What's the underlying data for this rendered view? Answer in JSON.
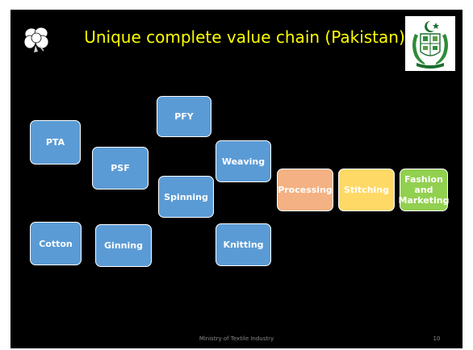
{
  "slide": {
    "title": "Unique complete value chain (Pakistan)",
    "footer": "Ministry of Textile Industry",
    "page_number": "10"
  },
  "chain": {
    "pta": "PTA",
    "psf": "PSF",
    "pfy": "PFY",
    "spinning": "Spinning",
    "weaving": "Weaving",
    "knitting": "Knitting",
    "cotton": "Cotton",
    "ginning": "Ginning",
    "processing": "Processing",
    "stitching": "Stitching",
    "fashion_marketing": "Fashion and Marketing"
  },
  "colors": {
    "background": "#000000",
    "title": "#ffff00",
    "upstream_box": "#5b9bd5",
    "processing_box": "#f4b183",
    "stitching_box": "#ffd966",
    "fashion_box": "#92d050"
  },
  "icons": {
    "logo": "cotton-boll-icon",
    "emblem": "pakistan-emblem-icon"
  }
}
